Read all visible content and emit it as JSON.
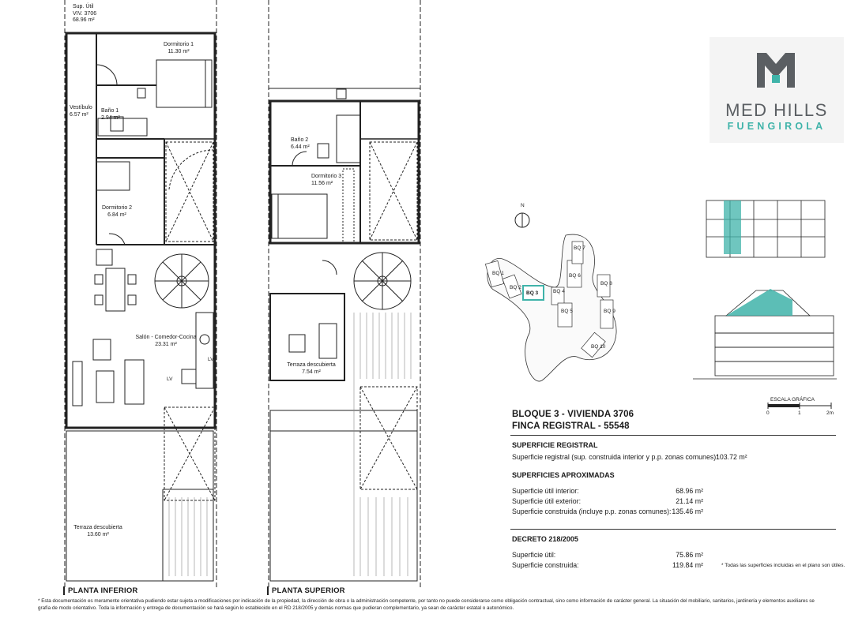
{
  "brand": {
    "name": "MED HILLS",
    "location": "FUENGIROLA"
  },
  "plans": {
    "lower_title": "PLANTA INFERIOR",
    "upper_title": "PLANTA SUPERIOR",
    "lower_rooms": [
      {
        "name": "Sup. Útil\nVIV. 3706\n68.96 m²"
      },
      {
        "name": "Dormitorio 1",
        "area": "11.30 m²"
      },
      {
        "name": "Vestíbulo",
        "area": "6.57 m²"
      },
      {
        "name": "Baño 1",
        "area": "2.94 m²"
      },
      {
        "name": "Dormitorio 2",
        "area": "6.84 m²"
      },
      {
        "name": "Salón - Comedor-Cocina",
        "area": "23.31 m²"
      },
      {
        "name": "Terraza descubierta",
        "area": "13.60 m²"
      }
    ],
    "upper_rooms": [
      {
        "name": "Baño 2",
        "area": "6.44 m²"
      },
      {
        "name": "Dormitorio 3",
        "area": "11.56 m²"
      },
      {
        "name": "Terraza descubierta",
        "area": "7.54 m²"
      }
    ],
    "appliance_labels": [
      "LV",
      "LV"
    ]
  },
  "site_plan": {
    "north": "N",
    "blocks": [
      "BQ 1",
      "BQ 2",
      "BQ 3",
      "BQ 4",
      "BQ 5",
      "BQ 6",
      "BQ 7",
      "BQ 8",
      "BQ 9",
      "BQ 10"
    ],
    "highlight": "BQ 3",
    "highlight_color": "#3fb3a9"
  },
  "scale": {
    "label": "ESCALA GRÁFICA",
    "ticks": [
      "0",
      "1",
      "2m"
    ]
  },
  "info": {
    "title_line1": "BLOQUE 3 - VIVIENDA 3706",
    "title_line2": "FINCA REGISTRAL - 55548",
    "registral_head": "SUPERFICIE REGISTRAL",
    "registral_row": "Superficie registral (sup. construida interior y p.p. zonas comunes):",
    "registral_value": "103.72 m²",
    "approx_head": "SUPERFICIES APROXIMADAS",
    "approx_rows": [
      {
        "label": "Superficie útil interior:",
        "value": "68.96 m²"
      },
      {
        "label": "Superficie útil exterior:",
        "value": "21.14 m²"
      },
      {
        "label": "Superficie construida (incluye p.p. zonas comunes):",
        "value": "135.46 m²"
      }
    ],
    "decreto_head": "DECRETO 218/2005",
    "decreto_rows": [
      {
        "label": "Superficie útil:",
        "value": "75.86 m²"
      },
      {
        "label": "Superficie construida:",
        "value": "119.84 m²"
      }
    ],
    "note": "* Todas las superficies incluidas en el plano son útiles."
  },
  "footer": {
    "line1": "* Esta documentación es meramente orientativa pudiendo estar sujeta a modificaciones por indicación de la propiedad, la dirección de obra o la administración competente, por tanto no puede considerarse como obligación contractual, sino como información de carácter general. La situación del mobiliario, sanitarios, jardinería y elementos auxiliares se",
    "line2": "grafía de modo orientativo. Toda la información y entrega de documentación se hará según lo establecido en el RD 218/2005 y demás normas que pudieran complementario, ya sean de carácter estatal o autonómico."
  }
}
